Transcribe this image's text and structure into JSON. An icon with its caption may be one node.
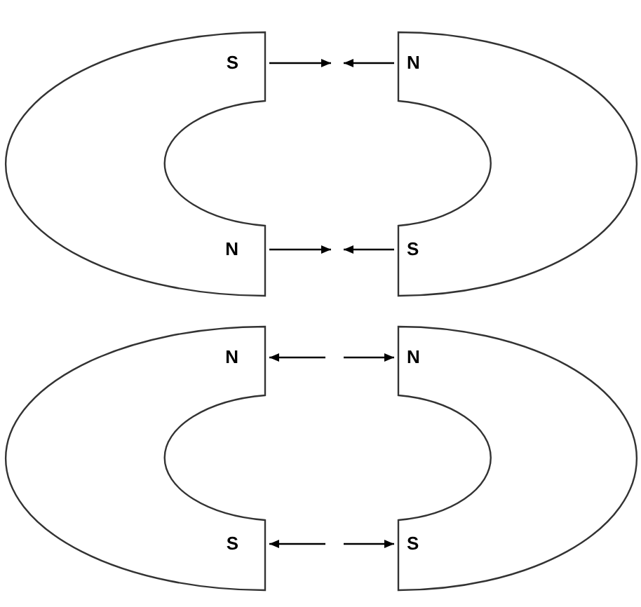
{
  "diagram": {
    "nodes": [
      {
        "text": [
          "S",
          "N"
        ]
      },
      {
        "text": [
          "N",
          "S"
        ]
      },
      {
        "text": [
          "N",
          "S"
        ]
      },
      {
        "text": [
          "N",
          "S"
        ]
      }
    ],
    "edges": [
      {
        "from": 0,
        "to": null,
        "arrow": "to"
      },
      {
        "from": 1,
        "to": null,
        "arrow": "to"
      },
      {
        "from": 0,
        "to": null,
        "arrow": "to"
      },
      {
        "from": 1,
        "to": null,
        "arrow": "to"
      },
      {
        "from": null,
        "to": 2,
        "arrow": "to"
      },
      {
        "from": null,
        "to": 3,
        "arrow": "to"
      },
      {
        "from": null,
        "to": 2,
        "arrow": "to"
      },
      {
        "from": null,
        "to": 3,
        "arrow": "to"
      }
    ]
  }
}
